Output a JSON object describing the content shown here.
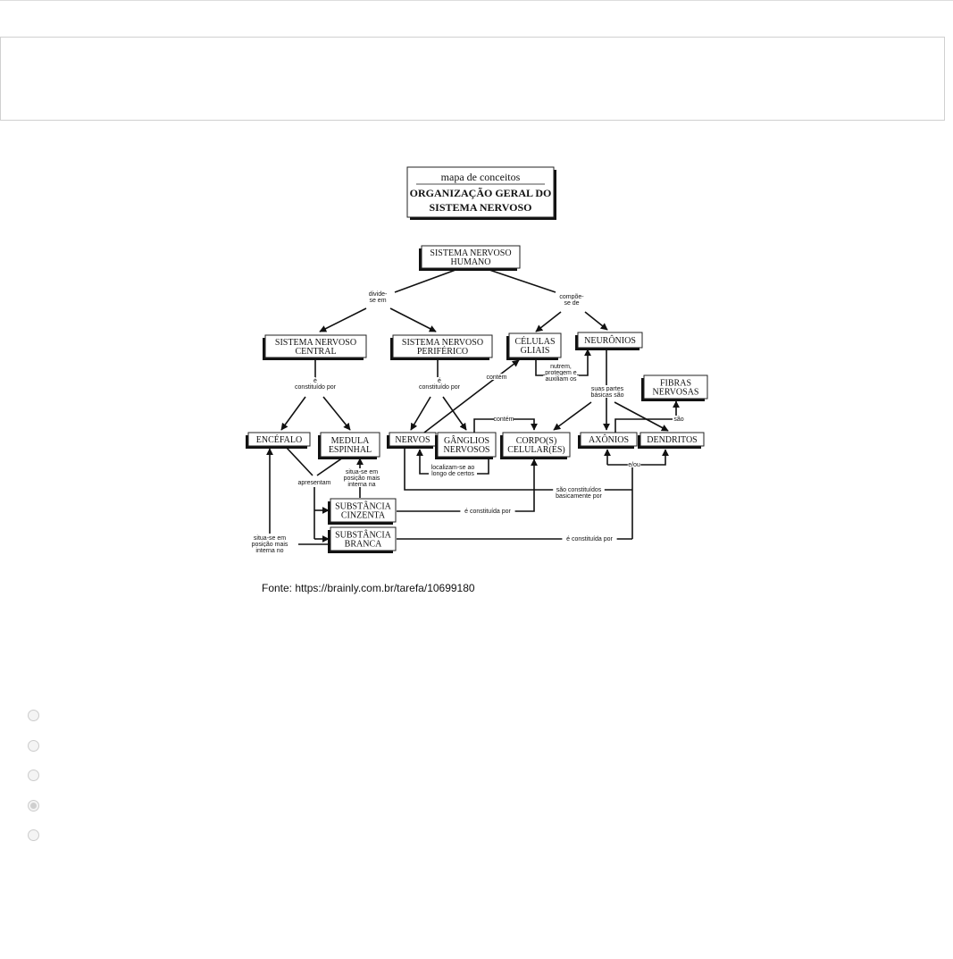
{
  "map": {
    "title": [
      "mapa de conceitos",
      "ORGANIZAÇÃO GERAL DO",
      "SISTEMA NERVOSO"
    ],
    "boxes": {
      "snh": [
        "SISTEMA NERVOSO",
        "HUMANO"
      ],
      "snc": [
        "SISTEMA NERVOSO",
        "CENTRAL"
      ],
      "snp": [
        "SISTEMA NERVOSO",
        "PERIFÉRICO"
      ],
      "gliais": [
        "CÉLULAS",
        "GLIAIS"
      ],
      "neuronios": "NEURÔNIOS",
      "fibras": [
        "FIBRAS",
        "NERVOSAS"
      ],
      "encefalo": "ENCÉFALO",
      "medula": [
        "MEDULA",
        "ESPINHAL"
      ],
      "nervos": "NERVOS",
      "ganglios": [
        "GÂNGLIOS",
        "NERVOSOS"
      ],
      "corpo": [
        "CORPO(S)",
        "CELULAR(ES)"
      ],
      "axonios": "AXÔNIOS",
      "dendritos": "DENDRITOS",
      "cinzenta": [
        "SUBSTÂNCIA",
        "CINZENTA"
      ],
      "branca": [
        "SUBSTÂNCIA",
        "BRANCA"
      ]
    },
    "labels": {
      "divide": [
        "divide-",
        "se em"
      ],
      "compoe": [
        "compõe-",
        "se de"
      ],
      "snc_const": [
        "é",
        "constituído por"
      ],
      "snp_const": [
        "é",
        "constituído por"
      ],
      "contem1": "contém",
      "nutrem": [
        "nutrem,",
        "protegem e",
        "auxiliam os"
      ],
      "suas_partes": [
        "suas partes",
        "básicas são"
      ],
      "contem2": "contém",
      "sao": "são",
      "eou": "e/ou",
      "localizam": [
        "localizam-se ao",
        "longo de certos"
      ],
      "apresentam": "apresentam",
      "situa_medula": [
        "situa-se em",
        "posição mais",
        "interna na"
      ],
      "sao_constituidos": [
        "são constituídos",
        "basicamente por"
      ],
      "const_cinzenta": "é constituída por",
      "const_branca": "é constituída por",
      "situa_encefalo": [
        "situa-se em",
        "posição mais",
        "interna no"
      ]
    },
    "source": "Fonte: https://brainly.com.br/tarefa/10699180"
  },
  "options": {
    "count": 5,
    "selected_index": 3
  }
}
